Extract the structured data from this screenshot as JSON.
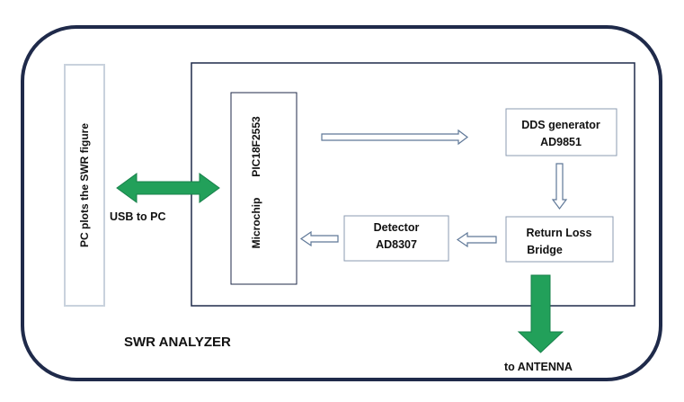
{
  "title": "SWR ANALYZER",
  "pc_label": "PC  plots  the SWR figure",
  "usb_label": "USB to PC",
  "microchip": {
    "line1": "Microchip",
    "line2": "PIC18F2553"
  },
  "dds": {
    "line1": "DDS generator",
    "line2": "AD9851"
  },
  "bridge": {
    "line1": "Return Loss",
    "line2": "Bridge"
  },
  "detector": {
    "line1": "Detector",
    "line2": "AD8307"
  },
  "antenna_label": "to ANTENNA",
  "colors": {
    "outline": "#1f2a4a",
    "pc_border": "#c9d2dd",
    "box_border": "#8b9bb2",
    "green_arrow": "#22a05a",
    "green_arrow_stroke": "#17804a",
    "hollow_arrow": "#5f7898",
    "text": "#111111"
  }
}
